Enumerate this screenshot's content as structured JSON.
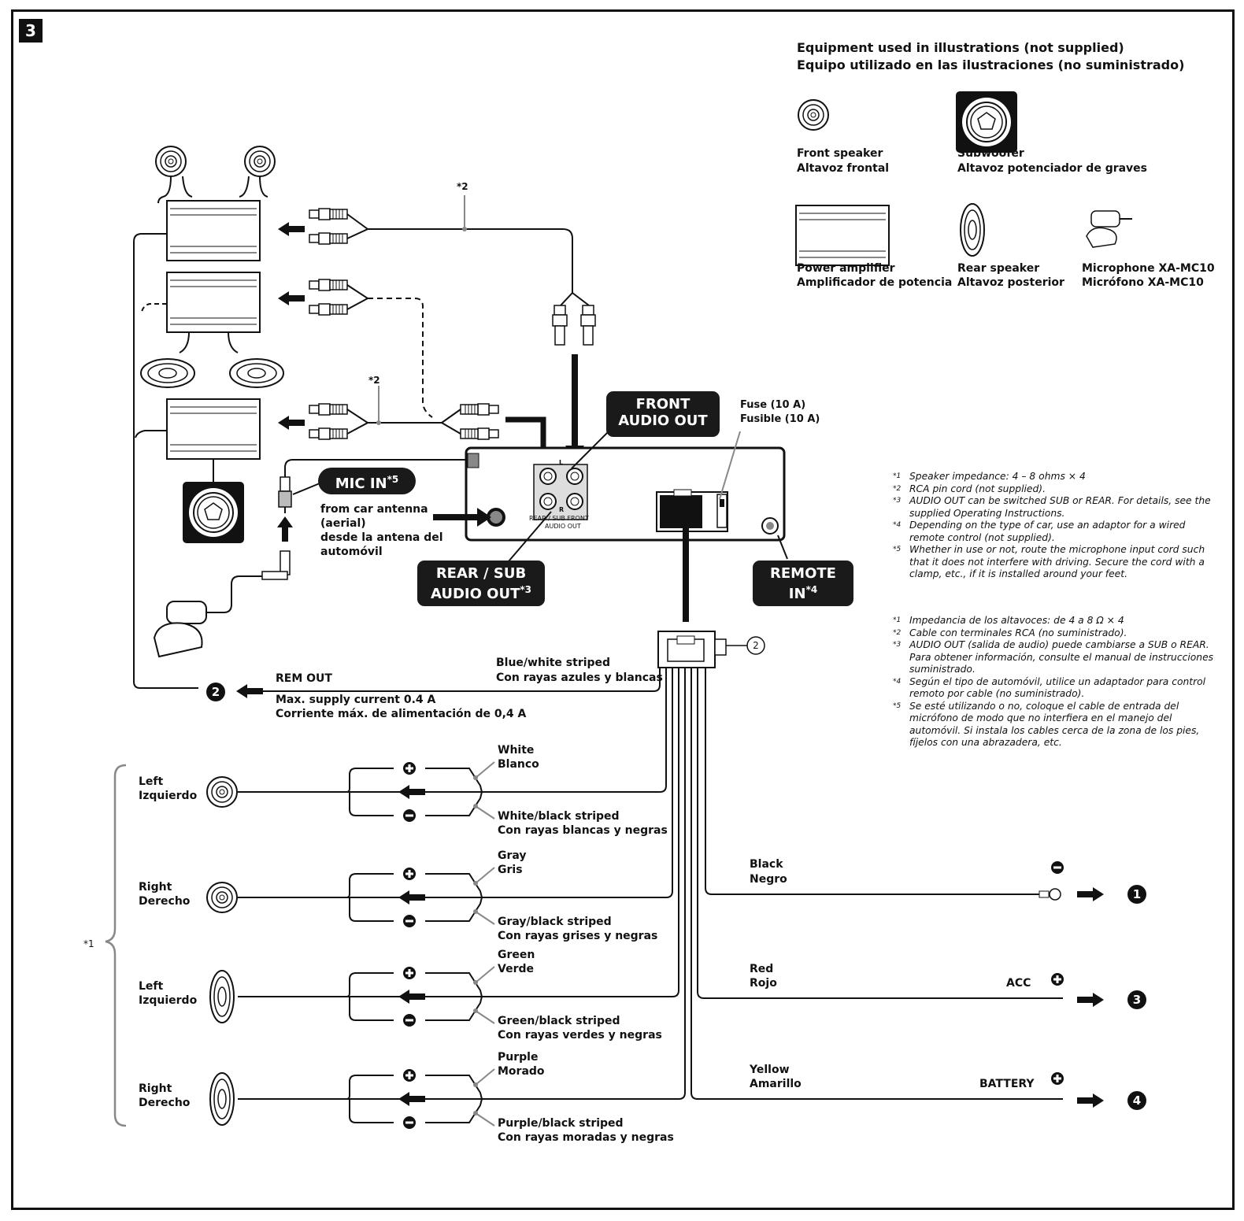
{
  "section_number": "3",
  "equipment": {
    "title_en": "Equipment used in illustrations (not supplied)",
    "title_es": "Equipo utilizado en las ilustraciones (no suministrado)",
    "front_speaker": [
      "Front speaker",
      "Altavoz frontal"
    ],
    "subwoofer": [
      "Subwoofer",
      "Altavoz potenciador de graves"
    ],
    "power_amplifier": [
      "Power amplifier",
      "Amplificador de potencia"
    ],
    "rear_speaker": [
      "Rear speaker",
      "Altavoz posterior"
    ],
    "microphone": [
      "Microphone XA-MC10",
      "Micrófono XA-MC10"
    ]
  },
  "rca_note_mark_top": "*2",
  "rca_note_mark_mid": "*2",
  "labels": {
    "front_audio_out": [
      "FRONT",
      "AUDIO OUT"
    ],
    "mic_in": "MIC IN",
    "mic_in_sup": "*5",
    "rear_sub_audio_out": [
      "REAR / SUB",
      "AUDIO OUT"
    ],
    "rear_sub_sup": "*3",
    "remote_in": [
      "REMOTE",
      "IN"
    ],
    "remote_in_sup": "*4"
  },
  "antenna": [
    "from car antenna",
    "(aerial)",
    "desde la antena del",
    "automóvil"
  ],
  "fuse": [
    "Fuse (10 A)",
    "Fusible (10 A)"
  ],
  "unit_jacks": {
    "l": "L",
    "r": "R",
    "rear_sub_front": "REAR / SUB FRONT",
    "audio_out": "AUDIO OUT"
  },
  "connector_callout": "2",
  "rem_out": {
    "label": "REM OUT",
    "wire": [
      "Blue/white striped",
      "Con rayas azules y blancas"
    ],
    "current": [
      "Max. supply current 0.4 A",
      "Corriente máx. de alimentación de 0,4 A"
    ],
    "destination": "2"
  },
  "speakers_mark": "*1",
  "speakers": [
    {
      "side": [
        "Left",
        "Izquierdo"
      ],
      "plus": [
        "White",
        "Blanco"
      ],
      "minus": [
        "White/black striped",
        "Con rayas blancas y negras"
      ]
    },
    {
      "side": [
        "Right",
        "Derecho"
      ],
      "plus": [
        "Gray",
        "Gris"
      ],
      "minus": [
        "Gray/black striped",
        "Con rayas grises y negras"
      ]
    },
    {
      "side": [
        "Left",
        "Izquierdo"
      ],
      "plus": [
        "Green",
        "Verde"
      ],
      "minus": [
        "Green/black striped",
        "Con rayas verdes y negras"
      ]
    },
    {
      "side": [
        "Right",
        "Derecho"
      ],
      "plus": [
        "Purple",
        "Morado"
      ],
      "minus": [
        "Purple/black striped",
        "Con rayas moradas y negras"
      ]
    }
  ],
  "power_wires": [
    {
      "color": [
        "Black",
        "Negro"
      ],
      "function": "",
      "polarity": "minus",
      "destination": "1"
    },
    {
      "color": [
        "Red",
        "Rojo"
      ],
      "function": "ACC",
      "polarity": "plus",
      "destination": "3"
    },
    {
      "color": [
        "Yellow",
        "Amarillo"
      ],
      "function": "BATTERY",
      "polarity": "plus",
      "destination": "4"
    }
  ],
  "notes_en": [
    {
      "mark": "*1",
      "text": "Speaker impedance: 4 – 8 ohms × 4"
    },
    {
      "mark": "*2",
      "text": "RCA pin cord (not supplied)."
    },
    {
      "mark": "*3",
      "text": "AUDIO OUT can be switched SUB or REAR. For details, see the supplied Operating Instructions."
    },
    {
      "mark": "*4",
      "text": "Depending on the type of car, use an adaptor for a wired remote control (not supplied)."
    },
    {
      "mark": "*5",
      "text": "Whether in use or not, route the microphone input cord such that it does not interfere with driving. Secure the cord with a clamp, etc., if it is installed around your feet."
    }
  ],
  "notes_es": [
    {
      "mark": "*1",
      "text": "Impedancia de los altavoces: de 4 a 8 Ω × 4"
    },
    {
      "mark": "*2",
      "text": "Cable con terminales RCA (no suministrado)."
    },
    {
      "mark": "*3",
      "text": "AUDIO OUT (salida de audio) puede cambiarse a SUB o REAR. Para obtener información, consulte el manual de instrucciones suministrado."
    },
    {
      "mark": "*4",
      "text": "Según el tipo de automóvil, utilice un adaptador para control remoto por cable (no suministrado)."
    },
    {
      "mark": "*5",
      "text": "Se esté utilizando o no, coloque el cable de entrada del micrófono de modo que no interfiera en el manejo del automóvil. Si instala los cables cerca de la zona de los pies, fíjelos con una abrazadera, etc."
    }
  ]
}
